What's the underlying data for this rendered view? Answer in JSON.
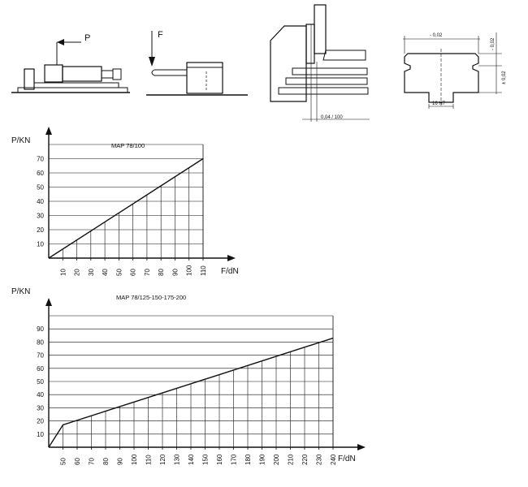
{
  "sketches": {
    "pull_label": "P",
    "force_label": "F",
    "parallelism_tolerance": "0,04 / 100",
    "width_tolerance": "- 0,02",
    "height_tolerance_top": "- 0,02",
    "height_tolerance_side": "± 0,02",
    "slot_fit": "16 H7"
  },
  "chart_data": [
    {
      "type": "line",
      "title": "MAP 78/100",
      "xlabel": "F/dN",
      "ylabel": "P/KN",
      "xticks": [
        10,
        20,
        30,
        40,
        50,
        60,
        70,
        80,
        90,
        100,
        110
      ],
      "yticks": [
        10,
        20,
        30,
        40,
        50,
        60,
        70
      ],
      "xlim": [
        0,
        110
      ],
      "ylim": [
        0,
        70
      ],
      "grid": true,
      "series": [
        {
          "x": [
            0,
            110
          ],
          "y": [
            0,
            70
          ]
        }
      ]
    },
    {
      "type": "line",
      "title": "MAP 78/125-150-175-200",
      "xlabel": "F/dN",
      "ylabel": "P/KN",
      "xticks": [
        50,
        60,
        70,
        80,
        90,
        100,
        110,
        120,
        130,
        140,
        150,
        160,
        170,
        180,
        190,
        200,
        210,
        220,
        230,
        240
      ],
      "yticks": [
        10,
        20,
        30,
        40,
        50,
        60,
        70,
        80,
        90
      ],
      "xlim": [
        40,
        240
      ],
      "ylim": [
        0,
        90
      ],
      "grid": true,
      "series": [
        {
          "x": [
            40,
            50,
            240
          ],
          "y": [
            0,
            17,
            83
          ]
        }
      ]
    }
  ]
}
